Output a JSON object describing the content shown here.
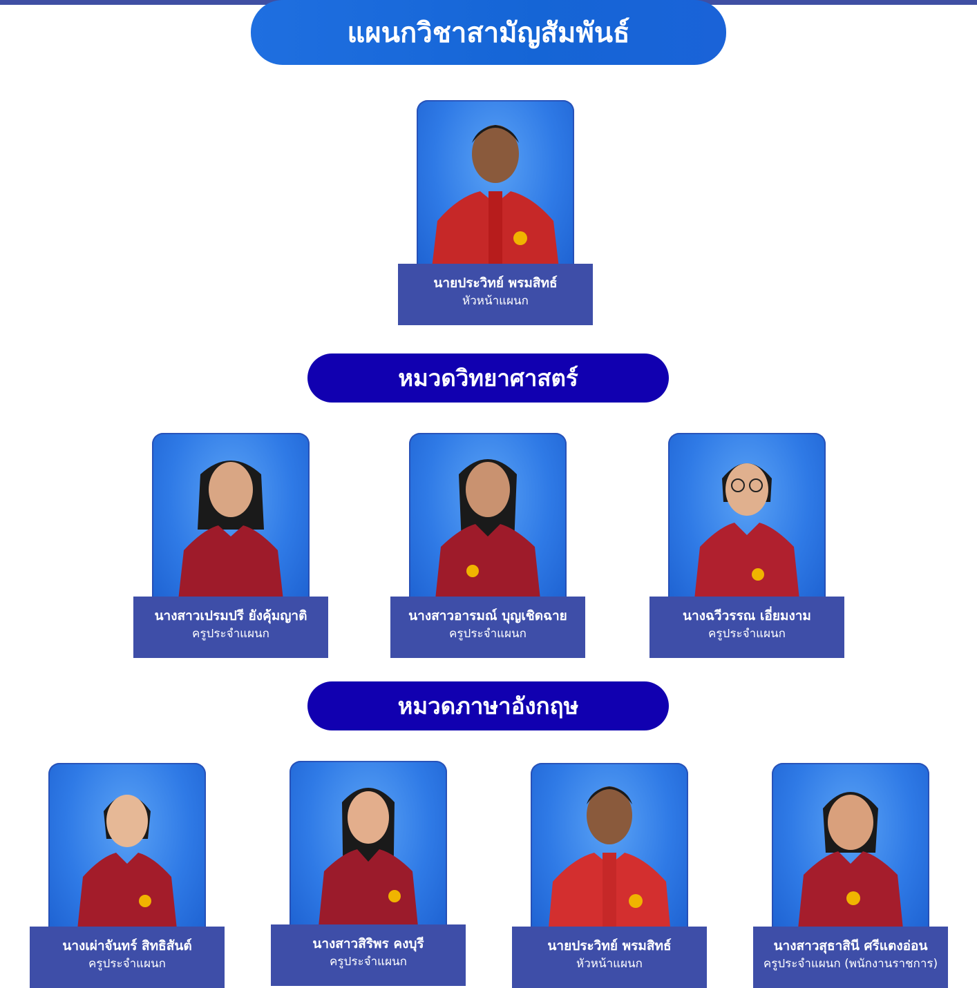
{
  "page": {
    "title": "แผนกวิชาสามัญสัมพันธ์",
    "accent_color": "#1565d6",
    "section_color": "#1100b0",
    "plate_color": "#3e4ea8"
  },
  "head": {
    "name": "นายประวิทย์ พรมสิทธ์",
    "role": "หัวหน้าแผนก"
  },
  "science": {
    "title": "หมวดวิทยาศาสตร์",
    "members": [
      {
        "name": "นางสาวเปรมปรี ยังคุ้มญาติ",
        "role": "ครูประจำแผนก"
      },
      {
        "name": "นางสาวอารมณ์ บุญเชิดฉาย",
        "role": "ครูประจำแผนก"
      },
      {
        "name": "นางฉวีวรรณ เอี่ยมงาม",
        "role": "ครูประจำแผนก"
      }
    ]
  },
  "english": {
    "title": "หมวดภาษาอังกฤษ",
    "members": [
      {
        "name": "นางเผ่าจันทร์ สิทธิสันต์",
        "role": "ครูประจำแผนก"
      },
      {
        "name": "นางสาวสิริพร คงบุรี",
        "role": "ครูประจำแผนก"
      },
      {
        "name": "นายประวิทย์ พรมสิทธ์",
        "role": "หัวหน้าแผนก"
      },
      {
        "name": "นางสาวสุธาสินี ศรีแตงอ่อน",
        "role": "ครูประจำแผนก (พนักงานราชการ)"
      }
    ]
  }
}
